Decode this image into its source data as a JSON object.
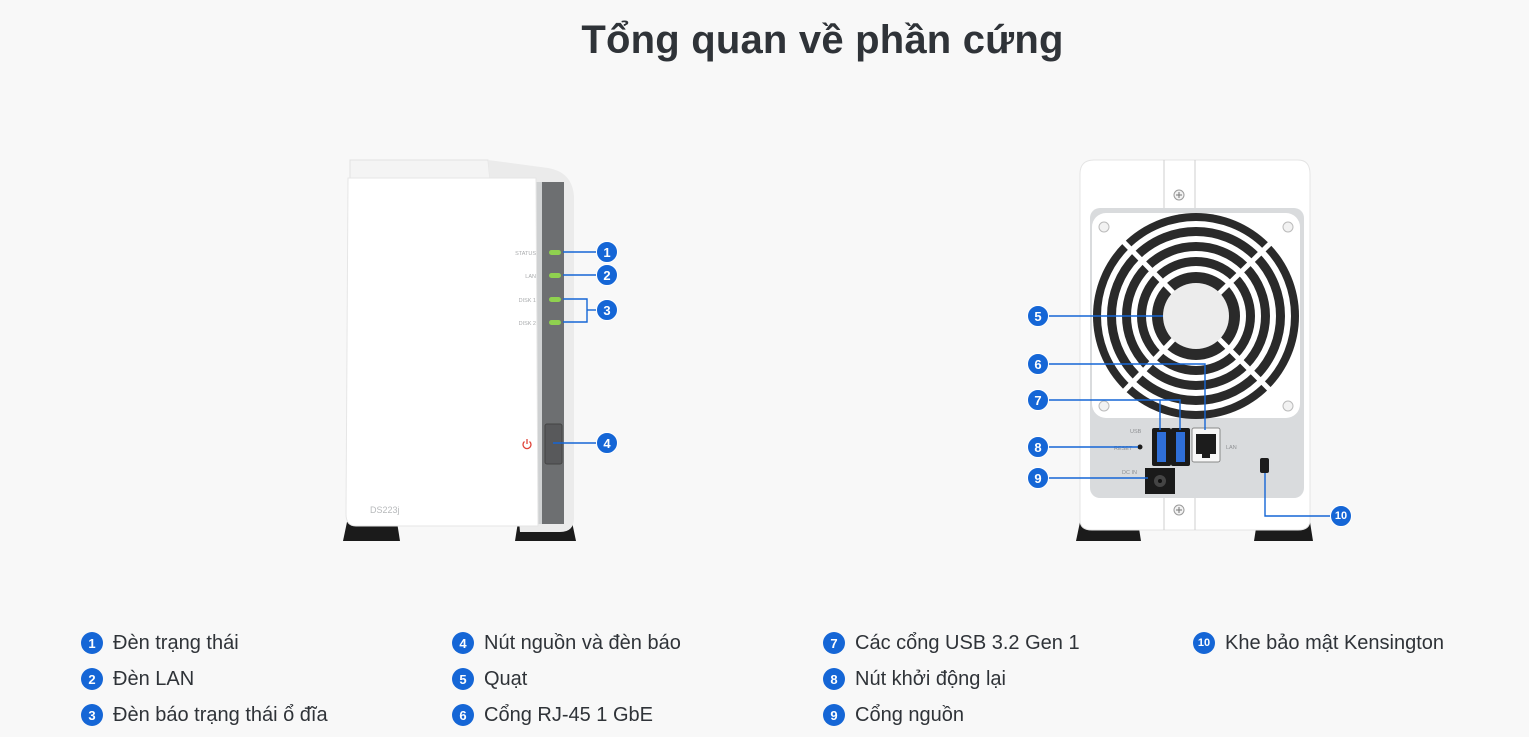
{
  "title": "Tổng quan về phần cứng",
  "front": {
    "led_labels": [
      "STATUS",
      "LAN",
      "DISK 1",
      "DISK 2"
    ],
    "model": "DS223j"
  },
  "back": {
    "port_labels": {
      "usb": "USB",
      "reset": "RESET",
      "dc_in": "DC IN",
      "lan": "LAN"
    }
  },
  "callouts": [
    "1",
    "2",
    "3",
    "4",
    "5",
    "6",
    "7",
    "8",
    "9",
    "10"
  ],
  "legend": [
    {
      "num": "1",
      "text": "Đèn trạng thái"
    },
    {
      "num": "2",
      "text": "Đèn LAN"
    },
    {
      "num": "3",
      "text": "Đèn báo trạng thái ổ đĩa"
    },
    {
      "num": "4",
      "text": "Nút nguồn và đèn báo"
    },
    {
      "num": "5",
      "text": "Quạt"
    },
    {
      "num": "6",
      "text": "Cổng RJ-45 1 GbE"
    },
    {
      "num": "7",
      "text": "Các cổng USB 3.2 Gen 1"
    },
    {
      "num": "8",
      "text": "Nút khởi động lại"
    },
    {
      "num": "9",
      "text": "Cổng nguồn"
    },
    {
      "num": "10",
      "text": "Khe bảo mật Kensington"
    }
  ],
  "colors": {
    "accent": "#1566d6",
    "led": "#8fd14f",
    "power_icon": "#e0443a"
  }
}
